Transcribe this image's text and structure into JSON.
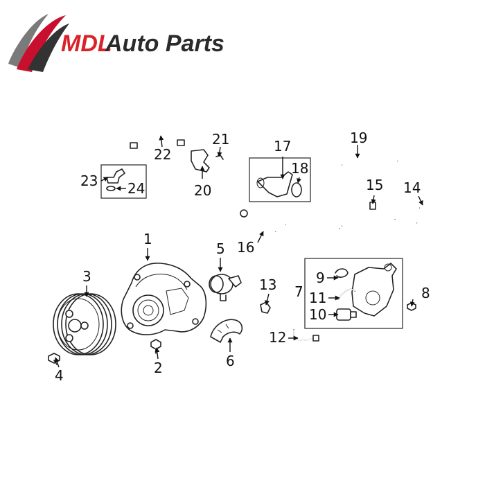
{
  "logo": {
    "brand": "MDL Auto Parts",
    "colors": {
      "mdl": "#d9232a",
      "rest": "#2b2b2b",
      "swoosh": "#c8102e",
      "swoosh_dark": "#555555"
    }
  },
  "callouts": [
    "1",
    "2",
    "3",
    "4",
    "5",
    "6",
    "7",
    "8",
    "9",
    "10",
    "11",
    "12",
    "13",
    "14",
    "15",
    "16",
    "17",
    "18",
    "19",
    "20",
    "21",
    "22",
    "23",
    "24"
  ]
}
